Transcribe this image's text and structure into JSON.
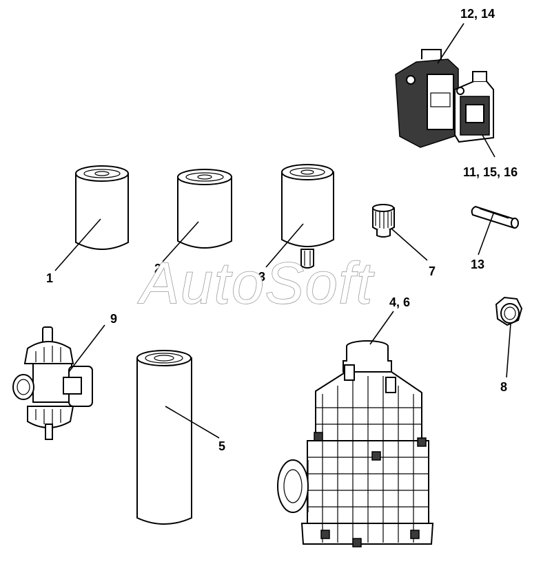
{
  "watermark": "AutoSoft",
  "callouts": {
    "c1": "1",
    "c2": "2",
    "c3": "3",
    "c4_6": "4, 6",
    "c5": "5",
    "c7": "7",
    "c8": "8",
    "c9": "9",
    "c11_15_16": "11, 15, 16",
    "c12_14": "12, 14",
    "c13": "13"
  },
  "colors": {
    "line": "#000000",
    "fill": "#ffffff",
    "watermark_outline": "#9a9a9a",
    "canister_fill": "#3a3a3a"
  }
}
